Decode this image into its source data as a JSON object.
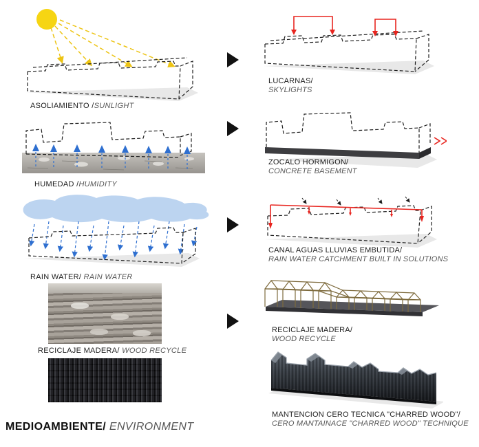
{
  "title": {
    "primary": "MEDIOAMBIENTE/",
    "secondary": " ENVIRONMENT"
  },
  "left_column": {
    "items": [
      {
        "name": "sunlight",
        "primary": "ASOLIAMIENTO /",
        "secondary": "SUNLIGHT"
      },
      {
        "name": "humidity",
        "primary": "HUMEDAD /",
        "secondary": "HUMIDITY"
      },
      {
        "name": "rain-water",
        "primary": "RAIN WATER/ ",
        "secondary": "RAIN WATER"
      },
      {
        "name": "wood-recycle",
        "primary": "RECICLAJE MADERA/ ",
        "secondary": "WOOD RECYCLE"
      }
    ]
  },
  "right_column": {
    "items": [
      {
        "name": "skylights",
        "primary": "LUCARNAS/",
        "secondary": "SKYLIGHTS"
      },
      {
        "name": "concrete-basement",
        "primary": "ZOCALO HORMIGON/",
        "secondary": "CONCRETE BASEMENT"
      },
      {
        "name": "rain-catchment",
        "primary": "CANAL AGUAS LLUVIAS EMBUTIDA/",
        "secondary": "RAIN WATER CATCHMENT BUILT IN SOLUTIONS"
      },
      {
        "name": "wood-recycle",
        "primary": "RECICLAJE MADERA/",
        "secondary": "WOOD RECYCLE"
      },
      {
        "name": "charred-wood",
        "primary": "MANTENCION CERO TECNICA \"CHARRED WOOD\"/",
        "secondary": "CERO MANTAINACE \"CHARRED WOOD\" TECHNIQUE"
      }
    ]
  },
  "icons": {
    "flow_arrow": "right-triangle",
    "sun": "filled-circle"
  },
  "colors": {
    "sun_yellow": "#f6d513",
    "ray_yellow": "#edc414",
    "rain_blue": "#2e6fd0",
    "cloud_blue": "#b5cfee",
    "accent_red": "#e8251f",
    "sketch_black": "#1f1f1f",
    "timber_brown": "#7d6a3c",
    "basement_gray": "#3d3d40"
  }
}
